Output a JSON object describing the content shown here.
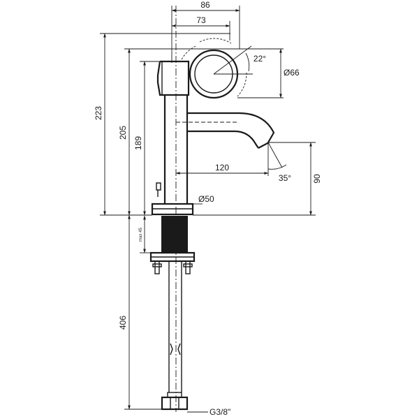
{
  "dimensions": {
    "width_86": "86",
    "width_73": "73",
    "angle_22": "22°",
    "diameter_66": "Ø66",
    "height_223": "223",
    "height_205": "205",
    "height_189": "189",
    "spout_120": "120",
    "angle_35": "35°",
    "height_90": "90",
    "base_diameter_50": "Ø50",
    "max_45": "max 45",
    "length_406": "406",
    "thread_g38": "G3/8\""
  },
  "colors": {
    "line": "#1a1a1a",
    "background": "#ffffff"
  }
}
